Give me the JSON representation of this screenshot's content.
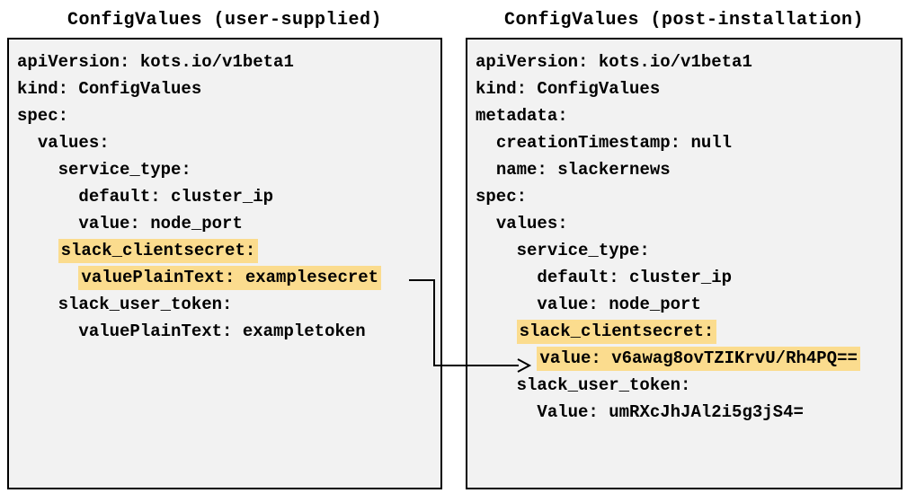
{
  "colors": {
    "highlight": "#fbdc8e",
    "panel_bg": "#f2f2f2",
    "panel_border": "#000000",
    "text": "#000000",
    "arrow": "#000000"
  },
  "left_panel": {
    "title": "ConfigValues (user-supplied)",
    "lines": [
      {
        "indent": 0,
        "text": "apiVersion: kots.io/v1beta1",
        "highlight": false
      },
      {
        "indent": 0,
        "text": "kind: ConfigValues",
        "highlight": false
      },
      {
        "indent": 0,
        "text": "spec:",
        "highlight": false
      },
      {
        "indent": 2,
        "text": "values:",
        "highlight": false
      },
      {
        "indent": 4,
        "text": "service_type:",
        "highlight": false
      },
      {
        "indent": 6,
        "text": "default: cluster_ip",
        "highlight": false
      },
      {
        "indent": 6,
        "text": "value: node_port",
        "highlight": false
      },
      {
        "indent": 4,
        "text": "slack_clientsecret:",
        "highlight": true
      },
      {
        "indent": 6,
        "text": "valuePlainText: examplesecret",
        "highlight": true
      },
      {
        "indent": 4,
        "text": "slack_user_token:",
        "highlight": false
      },
      {
        "indent": 6,
        "text": "valuePlainText: exampletoken",
        "highlight": false
      }
    ]
  },
  "right_panel": {
    "title": "ConfigValues (post-installation)",
    "lines": [
      {
        "indent": 0,
        "text": "apiVersion: kots.io/v1beta1",
        "highlight": false
      },
      {
        "indent": 0,
        "text": "kind: ConfigValues",
        "highlight": false
      },
      {
        "indent": 0,
        "text": "metadata:",
        "highlight": false
      },
      {
        "indent": 2,
        "text": "creationTimestamp: null",
        "highlight": false
      },
      {
        "indent": 2,
        "text": "name: slackernews",
        "highlight": false
      },
      {
        "indent": 0,
        "text": "spec:",
        "highlight": false
      },
      {
        "indent": 2,
        "text": "values:",
        "highlight": false
      },
      {
        "indent": 4,
        "text": "service_type:",
        "highlight": false
      },
      {
        "indent": 6,
        "text": "default: cluster_ip",
        "highlight": false
      },
      {
        "indent": 6,
        "text": "value: node_port",
        "highlight": false
      },
      {
        "indent": 4,
        "text": "slack_clientsecret:",
        "highlight": true
      },
      {
        "indent": 6,
        "text": "value: v6awag8ovTZIKrvU/Rh4PQ==",
        "highlight": true
      },
      {
        "indent": 4,
        "text": "slack_user_token:",
        "highlight": false
      },
      {
        "indent": 6,
        "text": "Value: umRXcJhJAl2i5g3jS4=",
        "highlight": false
      }
    ]
  }
}
